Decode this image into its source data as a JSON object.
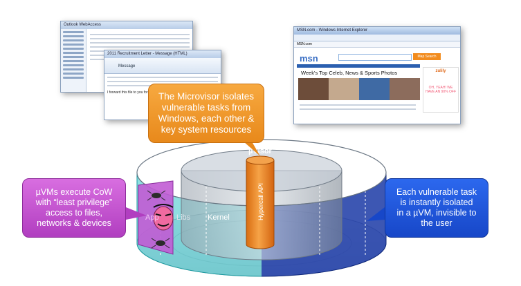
{
  "callouts": {
    "microvisor": "The Microvisor isolates\nvulnerable tasks from\nWindows, each other &\nkey system resources",
    "uvm": "µVMs execute CoW\nwith “least privilege”\naccess to files,\nnetworks & devices",
    "task": "Each vulnerable task\nis instantly isolated\nin a µVM, invisible to\nthe user"
  },
  "layers": {
    "microvisor": "µVisor",
    "hypercall": "Hypercall API",
    "kernel": "Kernel",
    "libs": "Libs",
    "app": "App"
  },
  "screens": {
    "outlook_title": "Outlook WebAccess",
    "message_title": "2011 Recruitment Letter - Message (HTML)",
    "message_tab": "Message",
    "message_body": "I forward this file to you for review. Please open and view it.",
    "browser_title": "MSN.com - Windows Internet Explorer",
    "browser_tab": "MSN.com",
    "msn_logo": "msn",
    "msn_headline": "Week's Top Celeb, News & Sports Photos",
    "map_button": "Map Search",
    "ad_text": "OH, YEAH! WE HAVE AN 90% OFF",
    "ad_brand": "zulily"
  },
  "colors": {
    "microvisor_callout": "#f0962c",
    "uvm_callout": "#c656d0",
    "task_callout": "#1f55dc",
    "cyan_band": "#33c4c8",
    "blue_band": "#1b3aa6",
    "purple_band": "#c15bd4"
  }
}
